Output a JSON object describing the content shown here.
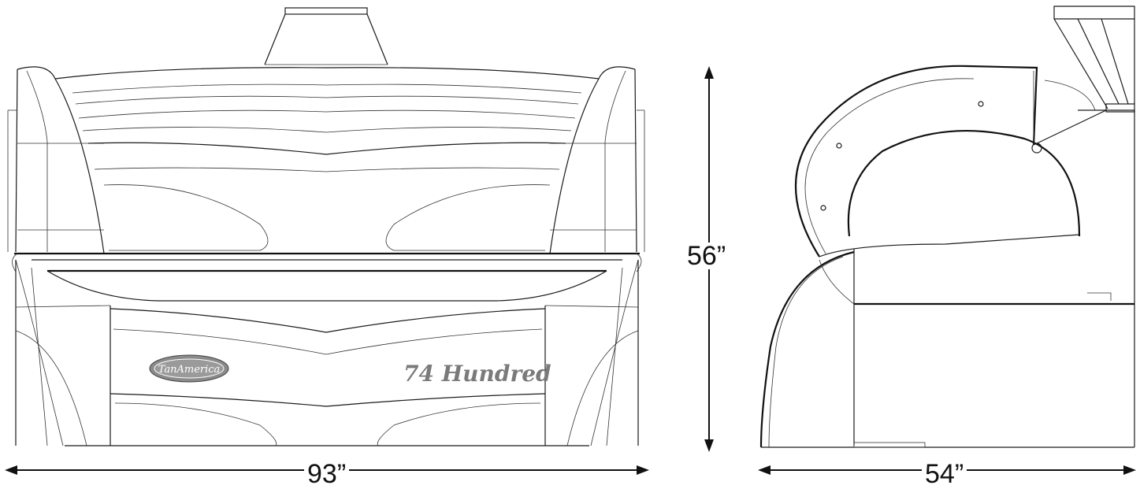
{
  "dimensions": {
    "width": "93”",
    "height": "56”",
    "depth": "54”"
  },
  "branding": {
    "logo_text": "TanAmerica",
    "model_name": "74 Hundred"
  },
  "colors": {
    "line": "#1a1a1a",
    "logo_fill": "#8a8a8a",
    "model_text": "#7a7a7a"
  }
}
